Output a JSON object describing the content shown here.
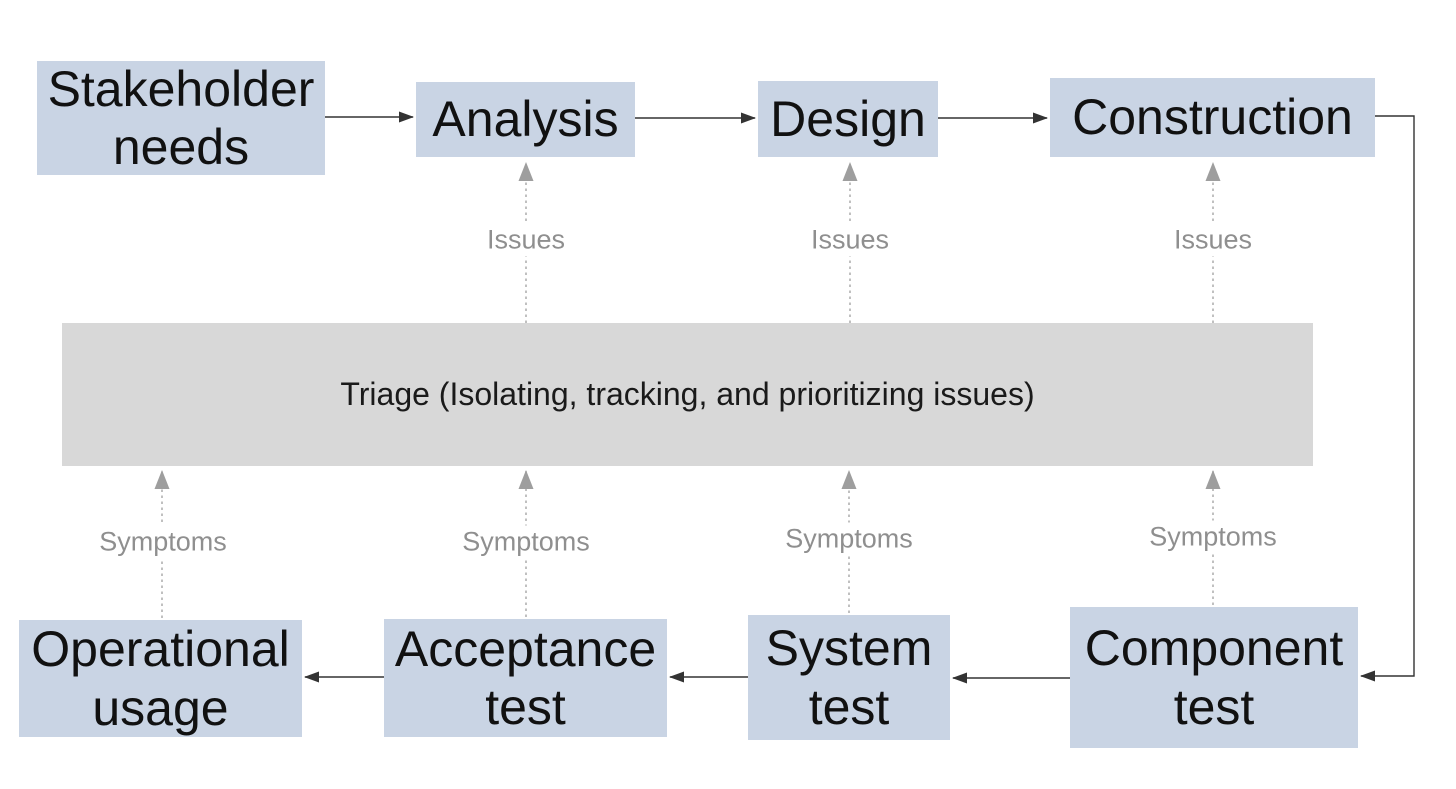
{
  "diagram": {
    "boxes": {
      "stakeholder_needs": {
        "label": "Stakeholder\nneeds"
      },
      "analysis": {
        "label": "Analysis"
      },
      "design": {
        "label": "Design"
      },
      "construction": {
        "label": "Construction"
      },
      "operational_usage": {
        "label": "Operational\nusage"
      },
      "acceptance_test": {
        "label": "Acceptance\ntest"
      },
      "system_test": {
        "label": "System\ntest"
      },
      "component_test": {
        "label": "Component\ntest"
      }
    },
    "triage": {
      "label": "Triage (Isolating, tracking, and prioritizing issues)"
    },
    "issue_flows": [
      {
        "label": "Issues"
      },
      {
        "label": "Issues"
      },
      {
        "label": "Issues"
      }
    ],
    "symptom_flows": [
      {
        "label": "Symptoms"
      },
      {
        "label": "Symptoms"
      },
      {
        "label": "Symptoms"
      },
      {
        "label": "Symptoms"
      }
    ],
    "colors": {
      "box_fill": "#c9d4e4",
      "triage_fill": "#d8d8d8",
      "solid_arrow": "#333333",
      "dashed_arrow": "#ababab",
      "dashed_arrowhead": "#9e9e9e",
      "flow_label_text": "#8f8f8f",
      "box_text": "#111111"
    }
  }
}
